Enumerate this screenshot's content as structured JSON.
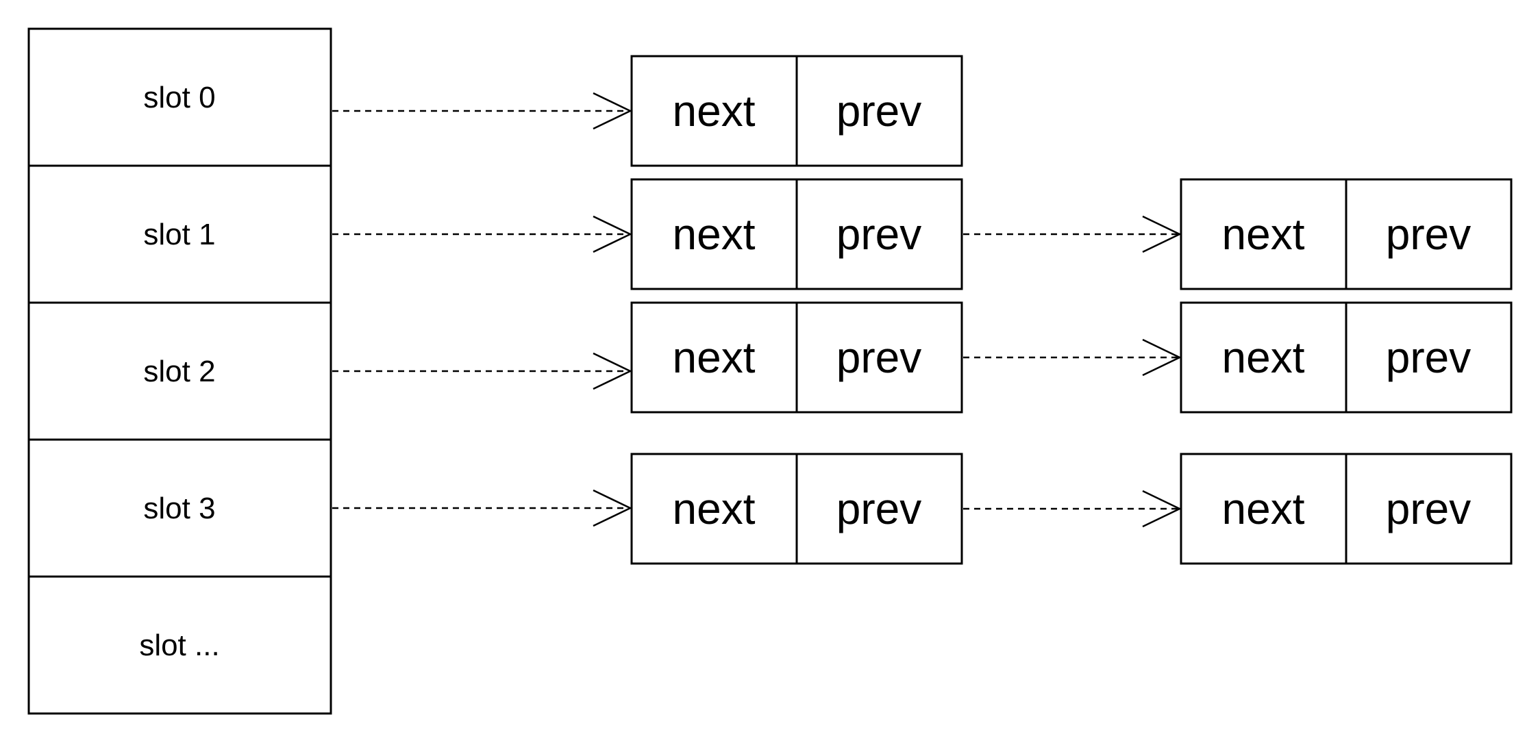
{
  "hash_table": {
    "slots": [
      {
        "label": "slot 0"
      },
      {
        "label": "slot 1"
      },
      {
        "label": "slot 2"
      },
      {
        "label": "slot 3"
      },
      {
        "label": "slot ..."
      }
    ]
  },
  "node_fields": {
    "next": "next",
    "prev": "prev"
  },
  "chains": [
    {
      "slot": "slot 0",
      "node_count": 1
    },
    {
      "slot": "slot 1",
      "node_count": 2
    },
    {
      "slot": "slot 2",
      "node_count": 2
    },
    {
      "slot": "slot 3",
      "node_count": 2
    },
    {
      "slot": "slot ...",
      "node_count": 0
    }
  ],
  "colors": {
    "stroke": "#000000",
    "background": "#ffffff"
  }
}
